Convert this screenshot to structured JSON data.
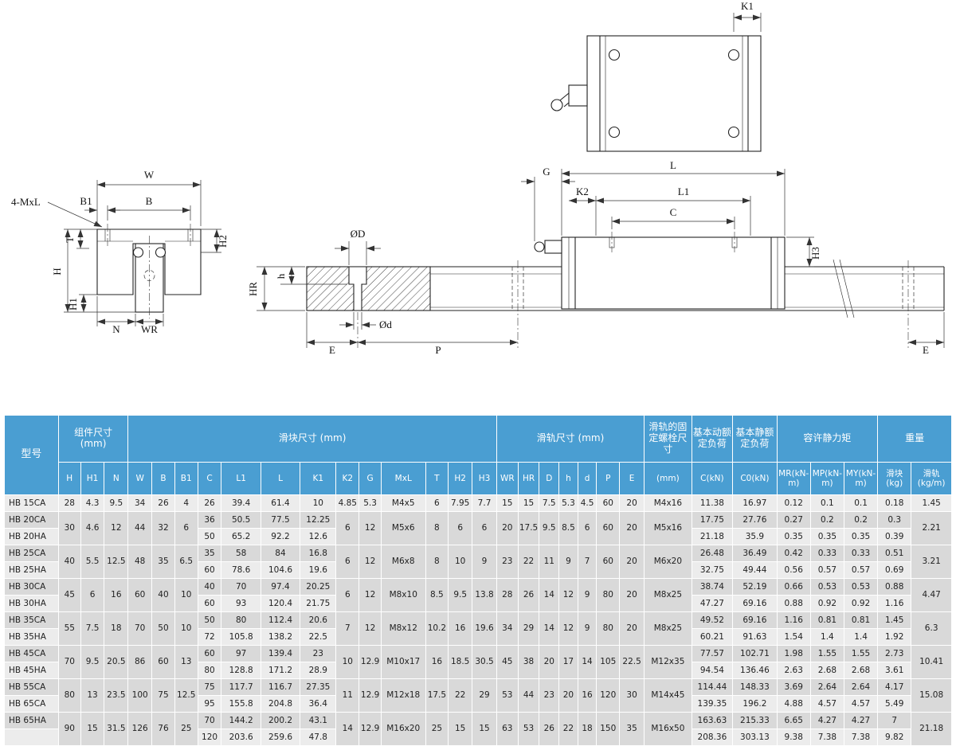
{
  "page": {
    "background": "#ffffff"
  },
  "drawings": {
    "labels": {
      "K1": "K1",
      "MxL_callout": "4-MxL",
      "W": "W",
      "B1": "B1",
      "B": "B",
      "H2": "H2",
      "T": "T",
      "H": "H",
      "H1": "H1",
      "N": "N",
      "WR": "WR",
      "OD": "ØD",
      "h": "h",
      "HR": "HR",
      "Od": "Ød",
      "E_left": "E",
      "P": "P",
      "E_right": "E",
      "G": "G",
      "L": "L",
      "K2": "K2",
      "L1": "L1",
      "C": "C",
      "H3": "H3"
    }
  },
  "table": {
    "accent": "#4a9ed2",
    "row_light": "#ececec",
    "row_dark": "#d9d9d9",
    "header": {
      "model": "型号",
      "top": [
        {
          "label": "组件尺寸 (mm)",
          "span": 3
        },
        {
          "label": "滑块尺寸 (mm)",
          "span": 13
        },
        {
          "label": "滑轨尺寸 (mm)",
          "span": 7
        },
        {
          "label": "滑轨的固定螺栓尺寸",
          "span": 1
        },
        {
          "label": "基本动额定负荷",
          "span": 1
        },
        {
          "label": "基本静额定负荷",
          "span": 1
        },
        {
          "label": "容许静力矩",
          "span": 3
        },
        {
          "label": "重量",
          "span": 2
        }
      ],
      "sub": [
        "H",
        "H1",
        "N",
        "W",
        "B",
        "B1",
        "C",
        "L1",
        "L",
        "K1",
        "K2",
        "G",
        "MxL",
        "T",
        "H2",
        "H3",
        "WR",
        "HR",
        "D",
        "h",
        "d",
        "P",
        "E",
        "(mm)",
        "C(kN)",
        "C0(kN)",
        "MR(kN-m)",
        "MP(kN-m)",
        "MY(kN-m)",
        "滑块(kg)",
        "滑轨(kg/m)"
      ]
    },
    "groups": [
      {
        "models": [
          "HB 15CA"
        ],
        "shared": {
          "H": "28",
          "H1": "4.3",
          "N": "9.5",
          "W": "34",
          "B": "26",
          "B1": "4",
          "K2": "4.85",
          "G": "5.3",
          "MxL": "M4x5",
          "T": "6",
          "H2": "7.95",
          "H3": "7.7",
          "WR": "15",
          "HR": "15",
          "D": "7.5",
          "h": "5.3",
          "d": "4.5",
          "P": "60",
          "E": "20",
          "bolt": "M4x16",
          "rail_kg": "1.45"
        },
        "rows": [
          {
            "C": "26",
            "L1": "39.4",
            "L": "61.4",
            "K1": "10",
            "C_kN": "11.38",
            "C0_kN": "16.97",
            "MR": "0.12",
            "MP": "0.1",
            "MY": "0.1",
            "block_kg": "0.18"
          }
        ]
      },
      {
        "models": [
          "HB 20CA",
          "HB 20HA"
        ],
        "shared": {
          "H": "30",
          "H1": "4.6",
          "N": "12",
          "W": "44",
          "B": "32",
          "B1": "6",
          "K2": "6",
          "G": "12",
          "MxL": "M5x6",
          "T": "8",
          "H2": "6",
          "H3": "6",
          "WR": "20",
          "HR": "17.5",
          "D": "9.5",
          "h": "8.5",
          "d": "6",
          "P": "60",
          "E": "20",
          "bolt": "M5x16",
          "rail_kg": "2.21"
        },
        "rows": [
          {
            "C": "36",
            "L1": "50.5",
            "L": "77.5",
            "K1": "12.25",
            "C_kN": "17.75",
            "C0_kN": "27.76",
            "MR": "0.27",
            "MP": "0.2",
            "MY": "0.2",
            "block_kg": "0.3"
          },
          {
            "C": "50",
            "L1": "65.2",
            "L": "92.2",
            "K1": "12.6",
            "C_kN": "21.18",
            "C0_kN": "35.9",
            "MR": "0.35",
            "MP": "0.35",
            "MY": "0.35",
            "block_kg": "0.39"
          }
        ]
      },
      {
        "models": [
          "HB 25CA",
          "HB 25HA"
        ],
        "shared": {
          "H": "40",
          "H1": "5.5",
          "N": "12.5",
          "W": "48",
          "B": "35",
          "B1": "6.5",
          "K2": "6",
          "G": "12",
          "MxL": "M6x8",
          "T": "8",
          "H2": "10",
          "H3": "9",
          "WR": "23",
          "HR": "22",
          "D": "11",
          "h": "9",
          "d": "7",
          "P": "60",
          "E": "20",
          "bolt": "M6x20",
          "rail_kg": "3.21"
        },
        "rows": [
          {
            "C": "35",
            "L1": "58",
            "L": "84",
            "K1": "16.8",
            "C_kN": "26.48",
            "C0_kN": "36.49",
            "MR": "0.42",
            "MP": "0.33",
            "MY": "0.33",
            "block_kg": "0.51"
          },
          {
            "C": "60",
            "L1": "78.6",
            "L": "104.6",
            "K1": "19.6",
            "C_kN": "32.75",
            "C0_kN": "49.44",
            "MR": "0.56",
            "MP": "0.57",
            "MY": "0.57",
            "block_kg": "0.69"
          }
        ]
      },
      {
        "models": [
          "HB 30CA",
          "HB 30HA"
        ],
        "shared": {
          "H": "45",
          "H1": "6",
          "N": "16",
          "W": "60",
          "B": "40",
          "B1": "10",
          "K2": "6",
          "G": "12",
          "MxL": "M8x10",
          "T": "8.5",
          "H2": "9.5",
          "H3": "13.8",
          "WR": "28",
          "HR": "26",
          "D": "14",
          "h": "12",
          "d": "9",
          "P": "80",
          "E": "20",
          "bolt": "M8x25",
          "rail_kg": "4.47"
        },
        "rows": [
          {
            "C": "40",
            "L1": "70",
            "L": "97.4",
            "K1": "20.25",
            "C_kN": "38.74",
            "C0_kN": "52.19",
            "MR": "0.66",
            "MP": "0.53",
            "MY": "0.53",
            "block_kg": "0.88"
          },
          {
            "C": "60",
            "L1": "93",
            "L": "120.4",
            "K1": "21.75",
            "C_kN": "47.27",
            "C0_kN": "69.16",
            "MR": "0.88",
            "MP": "0.92",
            "MY": "0.92",
            "block_kg": "1.16"
          }
        ]
      },
      {
        "models": [
          "HB 35CA",
          "HB 35HA"
        ],
        "shared": {
          "H": "55",
          "H1": "7.5",
          "N": "18",
          "W": "70",
          "B": "50",
          "B1": "10",
          "K2": "7",
          "G": "12",
          "MxL": "M8x12",
          "T": "10.2",
          "H2": "16",
          "H3": "19.6",
          "WR": "34",
          "HR": "29",
          "D": "14",
          "h": "12",
          "d": "9",
          "P": "80",
          "E": "20",
          "bolt": "M8x25",
          "rail_kg": "6.3"
        },
        "rows": [
          {
            "C": "50",
            "L1": "80",
            "L": "112.4",
            "K1": "20.6",
            "C_kN": "49.52",
            "C0_kN": "69.16",
            "MR": "1.16",
            "MP": "0.81",
            "MY": "0.81",
            "block_kg": "1.45"
          },
          {
            "C": "72",
            "L1": "105.8",
            "L": "138.2",
            "K1": "22.5",
            "C_kN": "60.21",
            "C0_kN": "91.63",
            "MR": "1.54",
            "MP": "1.4",
            "MY": "1.4",
            "block_kg": "1.92"
          }
        ]
      },
      {
        "models": [
          "HB 45CA",
          "HB 45HA"
        ],
        "shared": {
          "H": "70",
          "H1": "9.5",
          "N": "20.5",
          "W": "86",
          "B": "60",
          "B1": "13",
          "K2": "10",
          "G": "12.9",
          "MxL": "M10x17",
          "T": "16",
          "H2": "18.5",
          "H3": "30.5",
          "WR": "45",
          "HR": "38",
          "D": "20",
          "h": "17",
          "d": "14",
          "P": "105",
          "E": "22.5",
          "bolt": "M12x35",
          "rail_kg": "10.41"
        },
        "rows": [
          {
            "C": "60",
            "L1": "97",
            "L": "139.4",
            "K1": "23",
            "C_kN": "77.57",
            "C0_kN": "102.71",
            "MR": "1.98",
            "MP": "1.55",
            "MY": "1.55",
            "block_kg": "2.73"
          },
          {
            "C": "80",
            "L1": "128.8",
            "L": "171.2",
            "K1": "28.9",
            "C_kN": "94.54",
            "C0_kN": "136.46",
            "MR": "2.63",
            "MP": "2.68",
            "MY": "2.68",
            "block_kg": "3.61"
          }
        ]
      },
      {
        "models": [
          "HB 55CA",
          "HB 65CA"
        ],
        "shared": {
          "H": "80",
          "H1": "13",
          "N": "23.5",
          "W": "100",
          "B": "75",
          "B1": "12.5",
          "K2": "11",
          "G": "12.9",
          "MxL": "M12x18",
          "T": "17.5",
          "H2": "22",
          "H3": "29",
          "WR": "53",
          "HR": "44",
          "D": "23",
          "h": "20",
          "d": "16",
          "P": "120",
          "E": "30",
          "bolt": "M14x45",
          "rail_kg": "15.08"
        },
        "rows": [
          {
            "C": "75",
            "L1": "117.7",
            "L": "116.7",
            "K1": "27.35",
            "C_kN": "114.44",
            "C0_kN": "148.33",
            "MR": "3.69",
            "MP": "2.64",
            "MY": "2.64",
            "block_kg": "4.17"
          },
          {
            "C": "95",
            "L1": "155.8",
            "L": "204.8",
            "K1": "36.4",
            "C_kN": "139.35",
            "C0_kN": "196.2",
            "MR": "4.88",
            "MP": "4.57",
            "MY": "4.57",
            "block_kg": "5.49"
          }
        ]
      },
      {
        "models": [
          "HB 65HA",
          ""
        ],
        "shared": {
          "H": "90",
          "H1": "15",
          "N": "31.5",
          "W": "126",
          "B": "76",
          "B1": "25",
          "K2": "14",
          "G": "12.9",
          "MxL": "M16x20",
          "T": "25",
          "H2": "15",
          "H3": "15",
          "WR": "63",
          "HR": "53",
          "D": "26",
          "h": "22",
          "d": "18",
          "P": "150",
          "E": "35",
          "bolt": "M16x50",
          "rail_kg": "21.18"
        },
        "rows": [
          {
            "C": "70",
            "L1": "144.2",
            "L": "200.2",
            "K1": "43.1",
            "C_kN": "163.63",
            "C0_kN": "215.33",
            "MR": "6.65",
            "MP": "4.27",
            "MY": "4.27",
            "block_kg": "7"
          },
          {
            "C": "120",
            "L1": "203.6",
            "L": "259.6",
            "K1": "47.8",
            "C_kN": "208.36",
            "C0_kN": "303.13",
            "MR": "9.38",
            "MP": "7.38",
            "MY": "7.38",
            "block_kg": "9.82"
          }
        ]
      }
    ]
  }
}
